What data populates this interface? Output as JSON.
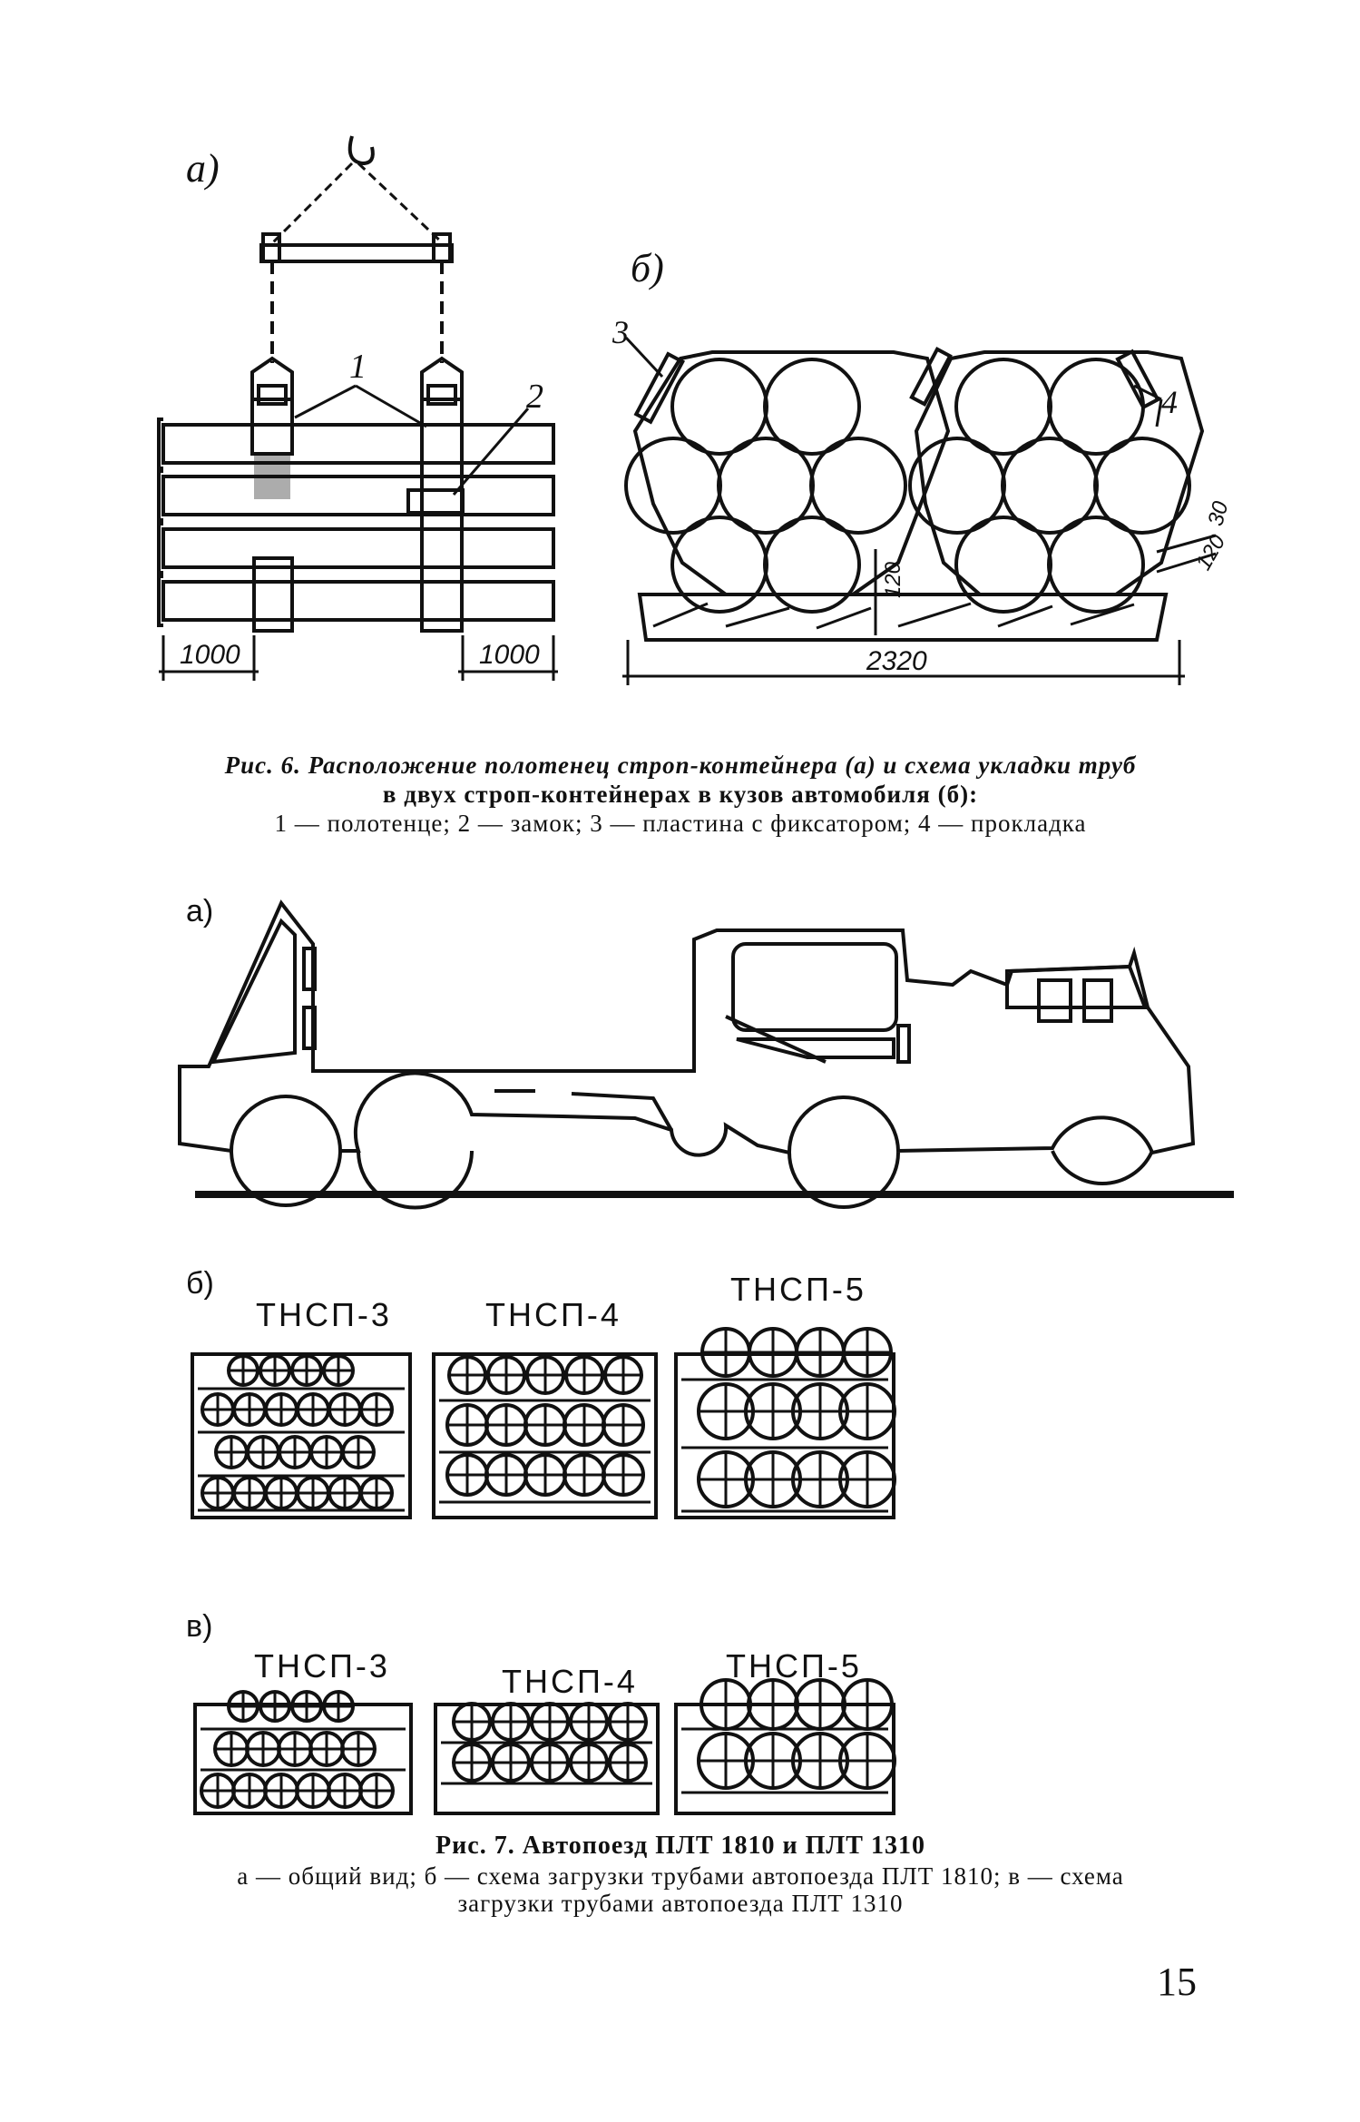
{
  "fig6": {
    "label_a": "a)",
    "label_b": "б)",
    "callout_1": "1",
    "callout_2": "2",
    "callout_3": "3",
    "callout_4": "4",
    "dim_left": "1000",
    "dim_right": "1000",
    "dim_total": "2320",
    "dim_120_height": "120",
    "dim_30": "30",
    "dim_120_side": "120",
    "caption_line1": "Рис. 6. Расположение полотенец строп-контейнера (а) и схема укладки труб",
    "caption_line2": "в двух строп-контейнерах в кузов автомобиля (б):",
    "legend": "1 — полотенце; 2 — замок; 3 — пластина с фиксатором; 4 — прокладка"
  },
  "fig7": {
    "label_a": "а)",
    "label_b": "б)",
    "label_v": "в)",
    "row_b": [
      "ТНСП-3",
      "ТНСП-4",
      "ТНСП-5"
    ],
    "row_v": [
      "ТНСП-3",
      "ТНСП-4",
      "ТНСП-5"
    ],
    "caption_title": "Рис. 7. Автопоезд ПЛТ 1810 и ПЛТ 1310",
    "caption_line1": "а — общий вид; б — схема загрузки трубами автопоезда ПЛТ 1810; в — схема",
    "caption_line2": "загрузки трубами автопоезда ПЛТ 1310"
  },
  "page_number": "15"
}
